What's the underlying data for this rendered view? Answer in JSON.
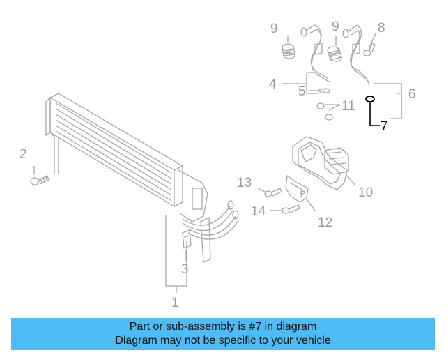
{
  "callouts": {
    "c1": "1",
    "c2": "2",
    "c3": "3",
    "c4": "4",
    "c5": "5",
    "c6": "6",
    "c7": "7",
    "c8": "8",
    "c9a": "9",
    "c9b": "9",
    "c10": "10",
    "c11": "11",
    "c12": "12",
    "c13": "13",
    "c14": "14"
  },
  "highlight_part": "7",
  "colors": {
    "banner": "#4dbcf5",
    "part_lines": "#a6a6a6",
    "highlight": "#000000"
  },
  "banner": {
    "line1": "Part or sub-assembly is #7 in diagram",
    "line2": "Diagram may not be specific to your vehicle"
  }
}
